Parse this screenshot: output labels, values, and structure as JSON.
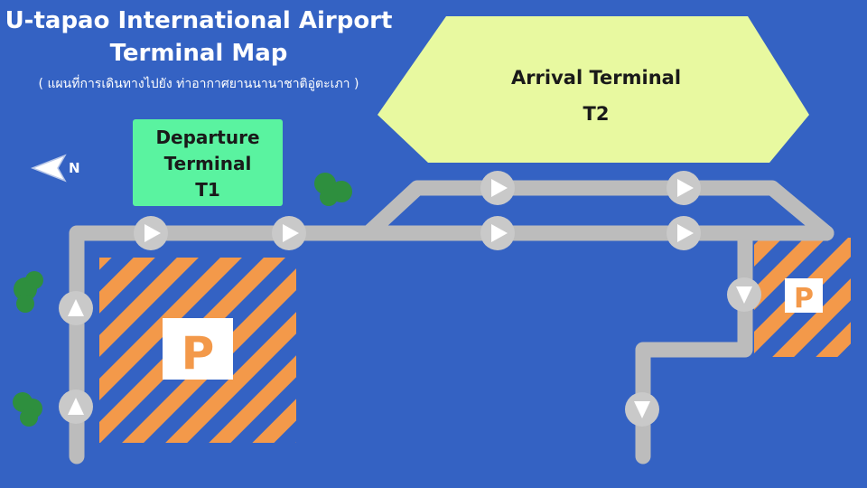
{
  "header": {
    "title_line1": "U-tapao International Airport",
    "title_line2": "Terminal Map",
    "subtitle": "( แผนที่การเดินทางไปยัง ท่าอากาศยานนานาชาติอู่ตะเภา )"
  },
  "compass": {
    "label": "N",
    "icon": "north-arrow-icon"
  },
  "terminals": {
    "departure": {
      "line1": "Departure",
      "line2": "Terminal",
      "line3": "T1",
      "color": "#5af3a0"
    },
    "arrival": {
      "line1": "Arrival Terminal",
      "line2": "T2",
      "color": "#e8f9a0"
    }
  },
  "parking": {
    "symbol": "P",
    "stripe_color": "#f3994a",
    "count": 2
  },
  "colors": {
    "background": "#3462c3",
    "road": "#bcbcbc",
    "road_marker": "#c9c9c9",
    "tree": "#2e8f3e",
    "arrow": "#ffffff"
  }
}
